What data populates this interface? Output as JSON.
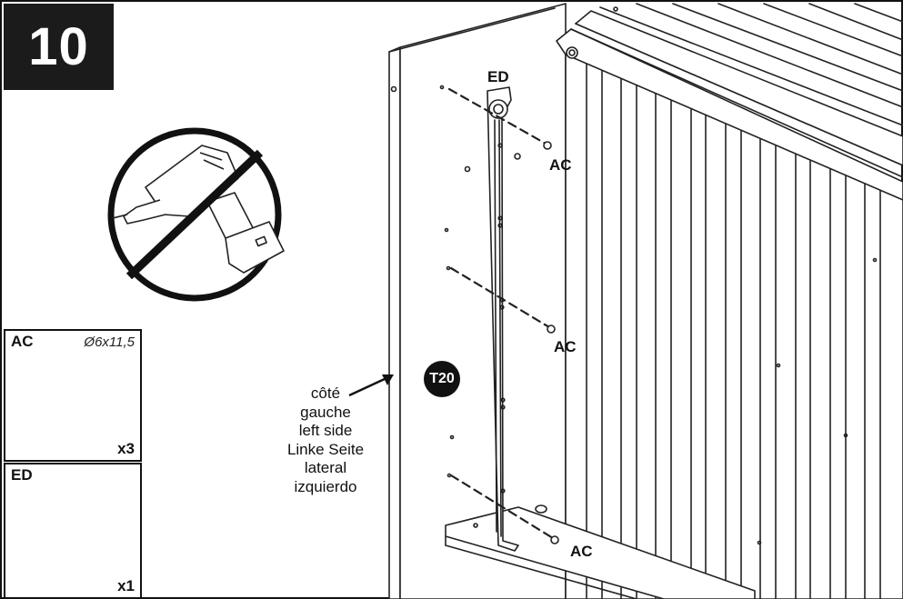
{
  "step": {
    "number": "10"
  },
  "warning": {
    "icon": "no-power-drill-icon"
  },
  "parts": [
    {
      "code": "AC",
      "dimension": "Ø6x11,5",
      "quantity": "x3",
      "icon": "cam-dowel-icon"
    },
    {
      "code": "ED",
      "dimension": "",
      "quantity": "x1",
      "icon": "metal-bracket-icon"
    }
  ],
  "callouts": {
    "bracket": "ED",
    "screw_top": "AC",
    "screw_middle": "AC",
    "screw_bottom": "AC"
  },
  "tool": {
    "label": "T20"
  },
  "side_label": {
    "lines": [
      "côté",
      "gauche",
      "left side",
      "Linke Seite",
      "lateral",
      "izquierdo"
    ]
  },
  "colors": {
    "ink": "#111111",
    "badge_bg": "#1b1b1b",
    "paper": "#ffffff"
  }
}
